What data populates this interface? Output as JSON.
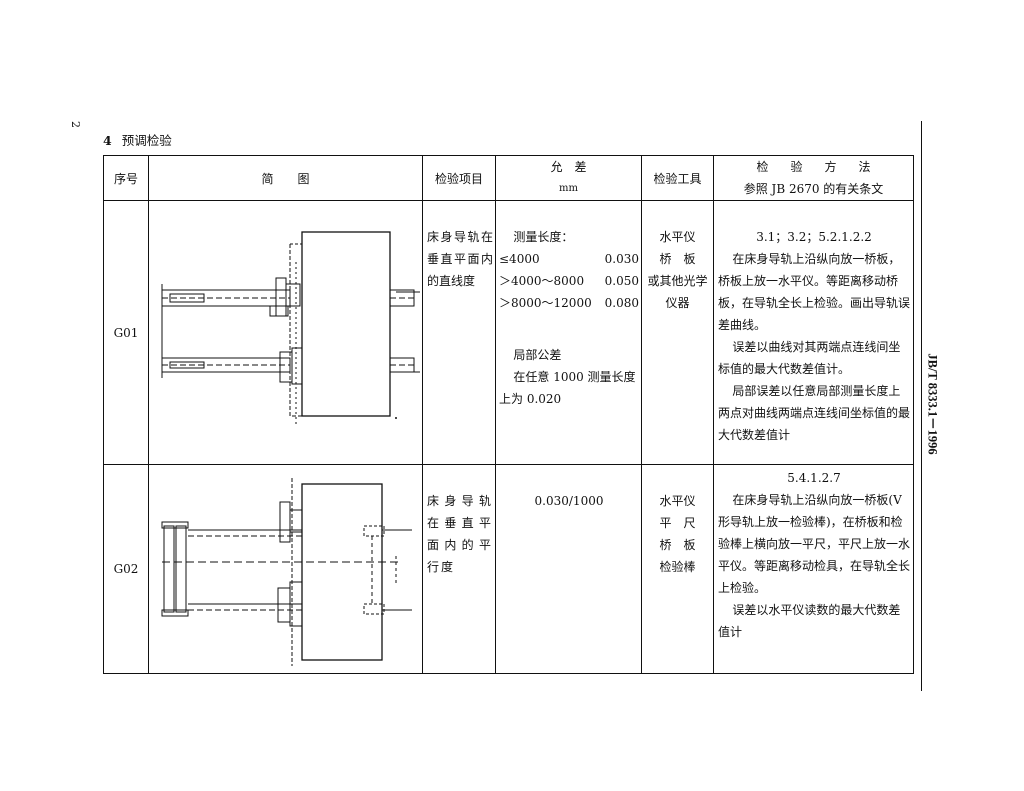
{
  "page_number": "2",
  "section": {
    "number": "4",
    "title": "预调检验"
  },
  "standard_code": "JB/T 8333.1－1996",
  "headers": {
    "no": "序号",
    "figure": "简　　图",
    "item": "检验项目",
    "tolerance": "允　差",
    "tolerance_unit": "mm",
    "tool": "检验工具",
    "method_title": "检验方法",
    "method_ref": "参照 JB 2670 的有关条文"
  },
  "rows": [
    {
      "no": "G01",
      "item": "床身导轨在垂直平面内的直线度",
      "tolerance": {
        "label": "测量长度：",
        "ranges": [
          {
            "range": "≤4000",
            "value": "0.030"
          },
          {
            "range": "＞4000～8000",
            "value": "0.050"
          },
          {
            "range": "＞8000～12000",
            "value": "0.080"
          }
        ],
        "local_label": "局部公差",
        "local_text": "在任意 1000 测量长度上为 0.020"
      },
      "tools": [
        "水平仪",
        "桥　板",
        "或其他光学",
        "仪器"
      ],
      "method": {
        "ref": "3.1；3.2；5.2.1.2.2",
        "paragraphs": [
          "在床身导轨上沿纵向放一桥板，桥板上放一水平仪。等距离移动桥板，在导轨全长上检验。画出导轨误差曲线。",
          "误差以曲线对其两端点连线间坐标值的最大代数差值计。",
          "局部误差以任意局部测量长度上两点对曲线两端点连线间坐标值的最大代数差值计"
        ]
      }
    },
    {
      "no": "G02",
      "item": "床身导轨在垂直平面内的平行度",
      "tolerance": {
        "value": "0.030/1000"
      },
      "tools": [
        "水平仪",
        "平　尺",
        "桥　板",
        "检验棒"
      ],
      "method": {
        "ref": "5.4.1.2.7",
        "paragraphs": [
          "在床身导轨上沿纵向放一桥板(V 形导轨上放一检验棒)，在桥板和检验棒上横向放一平尺，平尺上放一水平仪。等距离移动检具，在导轨全长上检验。",
          "误差以水平仪读数的最大代数差值计"
        ]
      }
    }
  ]
}
